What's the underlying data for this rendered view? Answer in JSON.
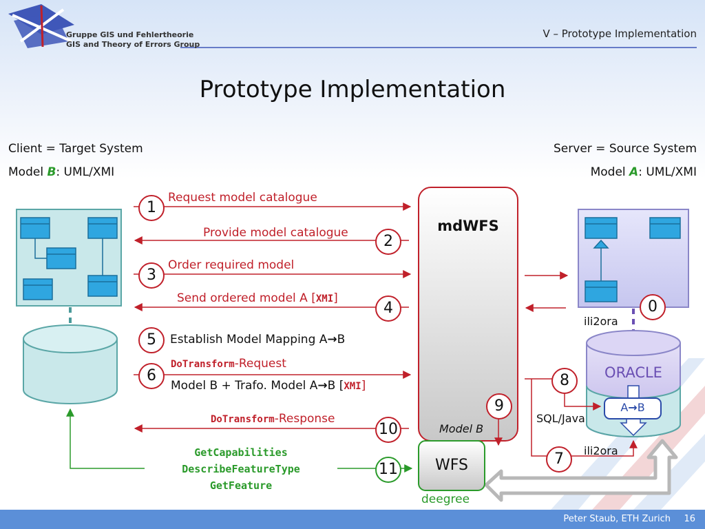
{
  "header": {
    "group_line1": "Gruppe GIS und Fehlertheorie",
    "group_line2": "GIS and Theory of Errors Group",
    "section": "V – Prototype Implementation"
  },
  "title": "Prototype Implementation",
  "client": {
    "heading": "Client = Target System",
    "model_prefix": "Model ",
    "model_letter": "B",
    "model_suffix": ": UML/XMI"
  },
  "server": {
    "heading": "Server = Source System",
    "model_prefix": "Model ",
    "model_letter": "A",
    "model_suffix": ": UML/XMI"
  },
  "steps": {
    "s1": {
      "num": "1",
      "label": "Request model catalogue"
    },
    "s2": {
      "num": "2",
      "label": "Provide model catalogue"
    },
    "s3": {
      "num": "3",
      "label": "Order required model"
    },
    "s4": {
      "num": "4",
      "label_pre": "Send ordered model A [",
      "label_mono": "XMI",
      "label_post": "]"
    },
    "s5": {
      "num": "5",
      "label_pre": "Establish Model Mapping A",
      "label_arrow": "→",
      "label_post": "B"
    },
    "s6": {
      "num": "6",
      "label_mono": "DoTransform",
      "label_rest": "-Request",
      "sub_pre": "Model B + Trafo. Model A",
      "sub_arrow": "→",
      "sub_mid": "B [",
      "sub_mono": "XMI",
      "sub_post": "]"
    },
    "s7": {
      "num": "7"
    },
    "s8": {
      "num": "8"
    },
    "s9": {
      "num": "9"
    },
    "s10": {
      "num": "10",
      "label_mono": "DoTransform",
      "label_rest": "-Response"
    },
    "s11": {
      "num": "11"
    },
    "s0": {
      "num": "0"
    }
  },
  "wfs_ops": [
    "GetCapabilities",
    "DescribeFeatureType",
    "GetFeature"
  ],
  "mdwfs": {
    "label": "mdWFS",
    "model": "Model B"
  },
  "wfs": {
    "label": "WFS",
    "vendor": "deegree"
  },
  "oracle": {
    "label": "ORACLE",
    "mapping_pre": "A",
    "mapping_arrow": "→",
    "mapping_post": "B"
  },
  "tools": {
    "ili2ora_top": "ili2ora",
    "ili2ora_bottom": "ili2ora",
    "sql_java": "SQL/Java"
  },
  "footer": {
    "author": "Peter Staub, ETH Zurich",
    "page": "16"
  },
  "colors": {
    "accent_red": "#c0202a",
    "green": "#2a9a2a",
    "footer_blue": "#5b8fd8",
    "oracle_purple": "#6a4fb3",
    "uml_blue": "#2fa6e0"
  }
}
